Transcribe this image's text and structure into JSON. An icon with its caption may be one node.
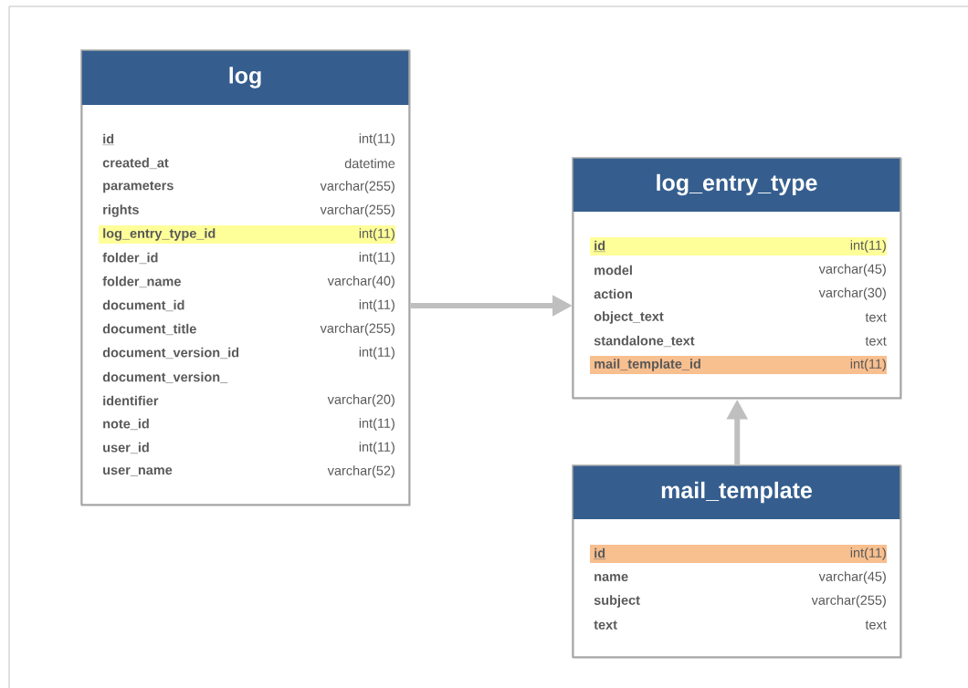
{
  "diagram": {
    "nodes": [
      {
        "text": [
          "log",
          "id",
          "int(11)",
          "created_at",
          "datetime",
          "parameters",
          "varchar(255)",
          "rights",
          "varchar(255)",
          "log_entry_type_id",
          "int(11)",
          "folder_id",
          "int(11)",
          "folder_name",
          "varchar(40)",
          "document_id",
          "int(11)",
          "document_title",
          "varchar(255)",
          "document_version_id",
          "int(11)",
          "document_version_ identifier",
          "varchar(20)",
          "note_id",
          "int(11)",
          "user_id",
          "int(11)",
          "user_name",
          "varchar(52)"
        ]
      },
      {
        "text": [
          "log_entry_type",
          "id",
          "int(11)",
          "model",
          "varchar(45)",
          "action",
          "varchar(30)",
          "object_text",
          "text",
          "standalone_text",
          "text",
          "mail_template_id",
          "int(11)"
        ]
      },
      {
        "text": [
          "mail_template",
          "id",
          "int(11)",
          "name",
          "varchar(45)",
          "subject",
          "varchar(255)",
          "text",
          "text"
        ]
      }
    ],
    "edges": [
      {
        "from": 0,
        "to": 1,
        "arrow": "to"
      },
      {
        "from": 2,
        "to": 1,
        "arrow": "to"
      }
    ]
  }
}
